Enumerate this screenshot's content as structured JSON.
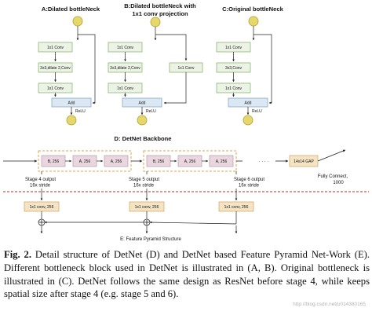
{
  "blocks": [
    {
      "title": "A:Dilated bottleNeck",
      "conv1": "1x1 Conv",
      "conv2": "3x3,dilate 2,Conv",
      "conv3": "1x1 Conv",
      "add": "Add",
      "relu": "ReLU"
    },
    {
      "title_line1": "B:Dilated bottleNeck with",
      "title_line2": "1x1 conv projection",
      "conv1": "1x1 Conv",
      "conv2": "3x3,dilate 2,Conv",
      "conv3": "1x1 Conv",
      "proj": "1x1 Conv",
      "add": "Add",
      "relu": "ReLU"
    },
    {
      "title": "C:Original bottleNeck",
      "conv1": "1x1 Conv",
      "conv2": "3x3,Conv",
      "conv3": "1x1 Conv",
      "add": "Add",
      "relu": "ReLU"
    }
  ],
  "backbone": {
    "title": "D: DetNet Backbone",
    "stages": [
      [
        "B, 256",
        "A, 256",
        "A, 256"
      ],
      [
        "B, 256",
        "A, 256",
        "A, 256"
      ],
      [
        "B, 256",
        "A, 256",
        "A, 256"
      ]
    ],
    "ellipsis": "· · · ·",
    "gap": "14x14 GAP",
    "fc_line1": "Fully Connect,",
    "fc_line2": "1000",
    "outputs": [
      {
        "line1": "Stage 4 output",
        "line2": "16x stride"
      },
      {
        "line1": "Stage 5 output",
        "line2": "16x stride"
      },
      {
        "line1": "Stage 6 output",
        "line2": "16x stride"
      }
    ]
  },
  "fpn": {
    "title": "E: Feature Pyramid Structure",
    "convs": [
      "1x1 conv, 256",
      "1x1 conv, 256",
      "1x1 conv, 256"
    ]
  },
  "caption": {
    "label": "Fig. 2.",
    "text": "Detail structure of DetNet (D) and DetNet based Feature Pyramid Net-Work (E). Different bottleneck block used in DetNet is illustrated in (A, B). Original bottleneck is illustrated in (C). DetNet follows the same design as ResNet before stage 4, while keeps spatial size after stage 4 (e.g. stage 5 and 6)."
  },
  "watermark": "http://blog.csdn.net/u014380165",
  "colors": {
    "circle": "#e6d76a",
    "conv_fill": "#ecf3e6",
    "conv_stroke": "#8cb96e",
    "add_fill": "#dbe7f3",
    "add_stroke": "#8aa9c8",
    "stage_fill": "#ead6df",
    "dash": "#e0a54c",
    "fpn_fill": "#f5e3c4",
    "divider": "#c02a2a"
  }
}
